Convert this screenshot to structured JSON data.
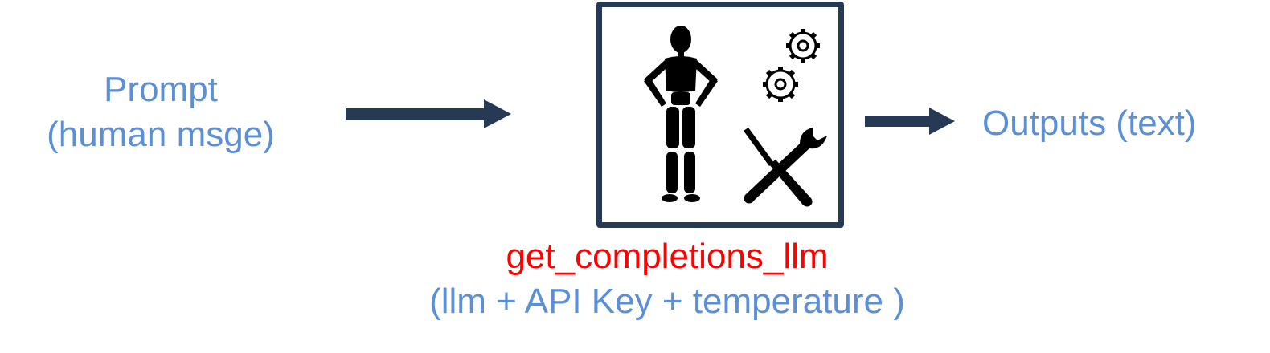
{
  "input": {
    "line1": "Prompt",
    "line2": "(human msge)"
  },
  "output": {
    "label": "Outputs (text)"
  },
  "function": {
    "name": "get_completions_llm",
    "args": "(llm + API Key + temperature )"
  },
  "icons": {
    "figure": "mannequin-figure-icon",
    "gears": "gears-icon",
    "tools": "screwdriver-wrench-icon"
  },
  "colors": {
    "label_blue": "#5b8fd6",
    "function_red": "#ff0000",
    "arrow_navy": "#263a55",
    "icon_black": "#000000"
  }
}
